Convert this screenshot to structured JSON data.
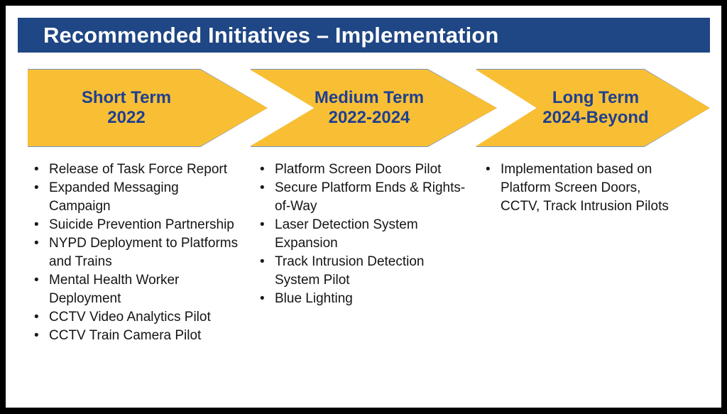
{
  "slide": {
    "title": "Recommended Initiatives – Implementation",
    "colors": {
      "banner_background": "#1F4685",
      "banner_text": "#FFFFFF",
      "chevron_fill": "#F9BF34",
      "chevron_outline": "#7A96C2",
      "chevron_text": "#1F4090",
      "body_text": "#141414",
      "slide_background": "#FFFFFF",
      "frame": "#000000"
    },
    "bullet_glyph": "•"
  },
  "phases": [
    {
      "name": "Short Term",
      "period": "2022",
      "shape": "arrow-start",
      "items": [
        "Release of Task Force Report",
        "Expanded Messaging Campaign",
        "Suicide Prevention Partnership",
        "NYPD Deployment to Platforms and Trains",
        "Mental Health Worker Deployment",
        "CCTV Video Analytics Pilot",
        "CCTV Train Camera Pilot"
      ]
    },
    {
      "name": "Medium Term",
      "period": "2022-2024",
      "shape": "arrow-chevron",
      "items": [
        "Platform Screen Doors Pilot",
        "Secure Platform Ends & Rights-of-Way",
        "Laser Detection System Expansion",
        "Track Intrusion Detection System Pilot",
        "Blue Lighting"
      ]
    },
    {
      "name": "Long Term",
      "period": "2024-Beyond",
      "shape": "arrow-chevron",
      "items": [
        "Implementation based on Platform Screen Doors, CCTV, Track Intrusion Pilots"
      ]
    }
  ]
}
